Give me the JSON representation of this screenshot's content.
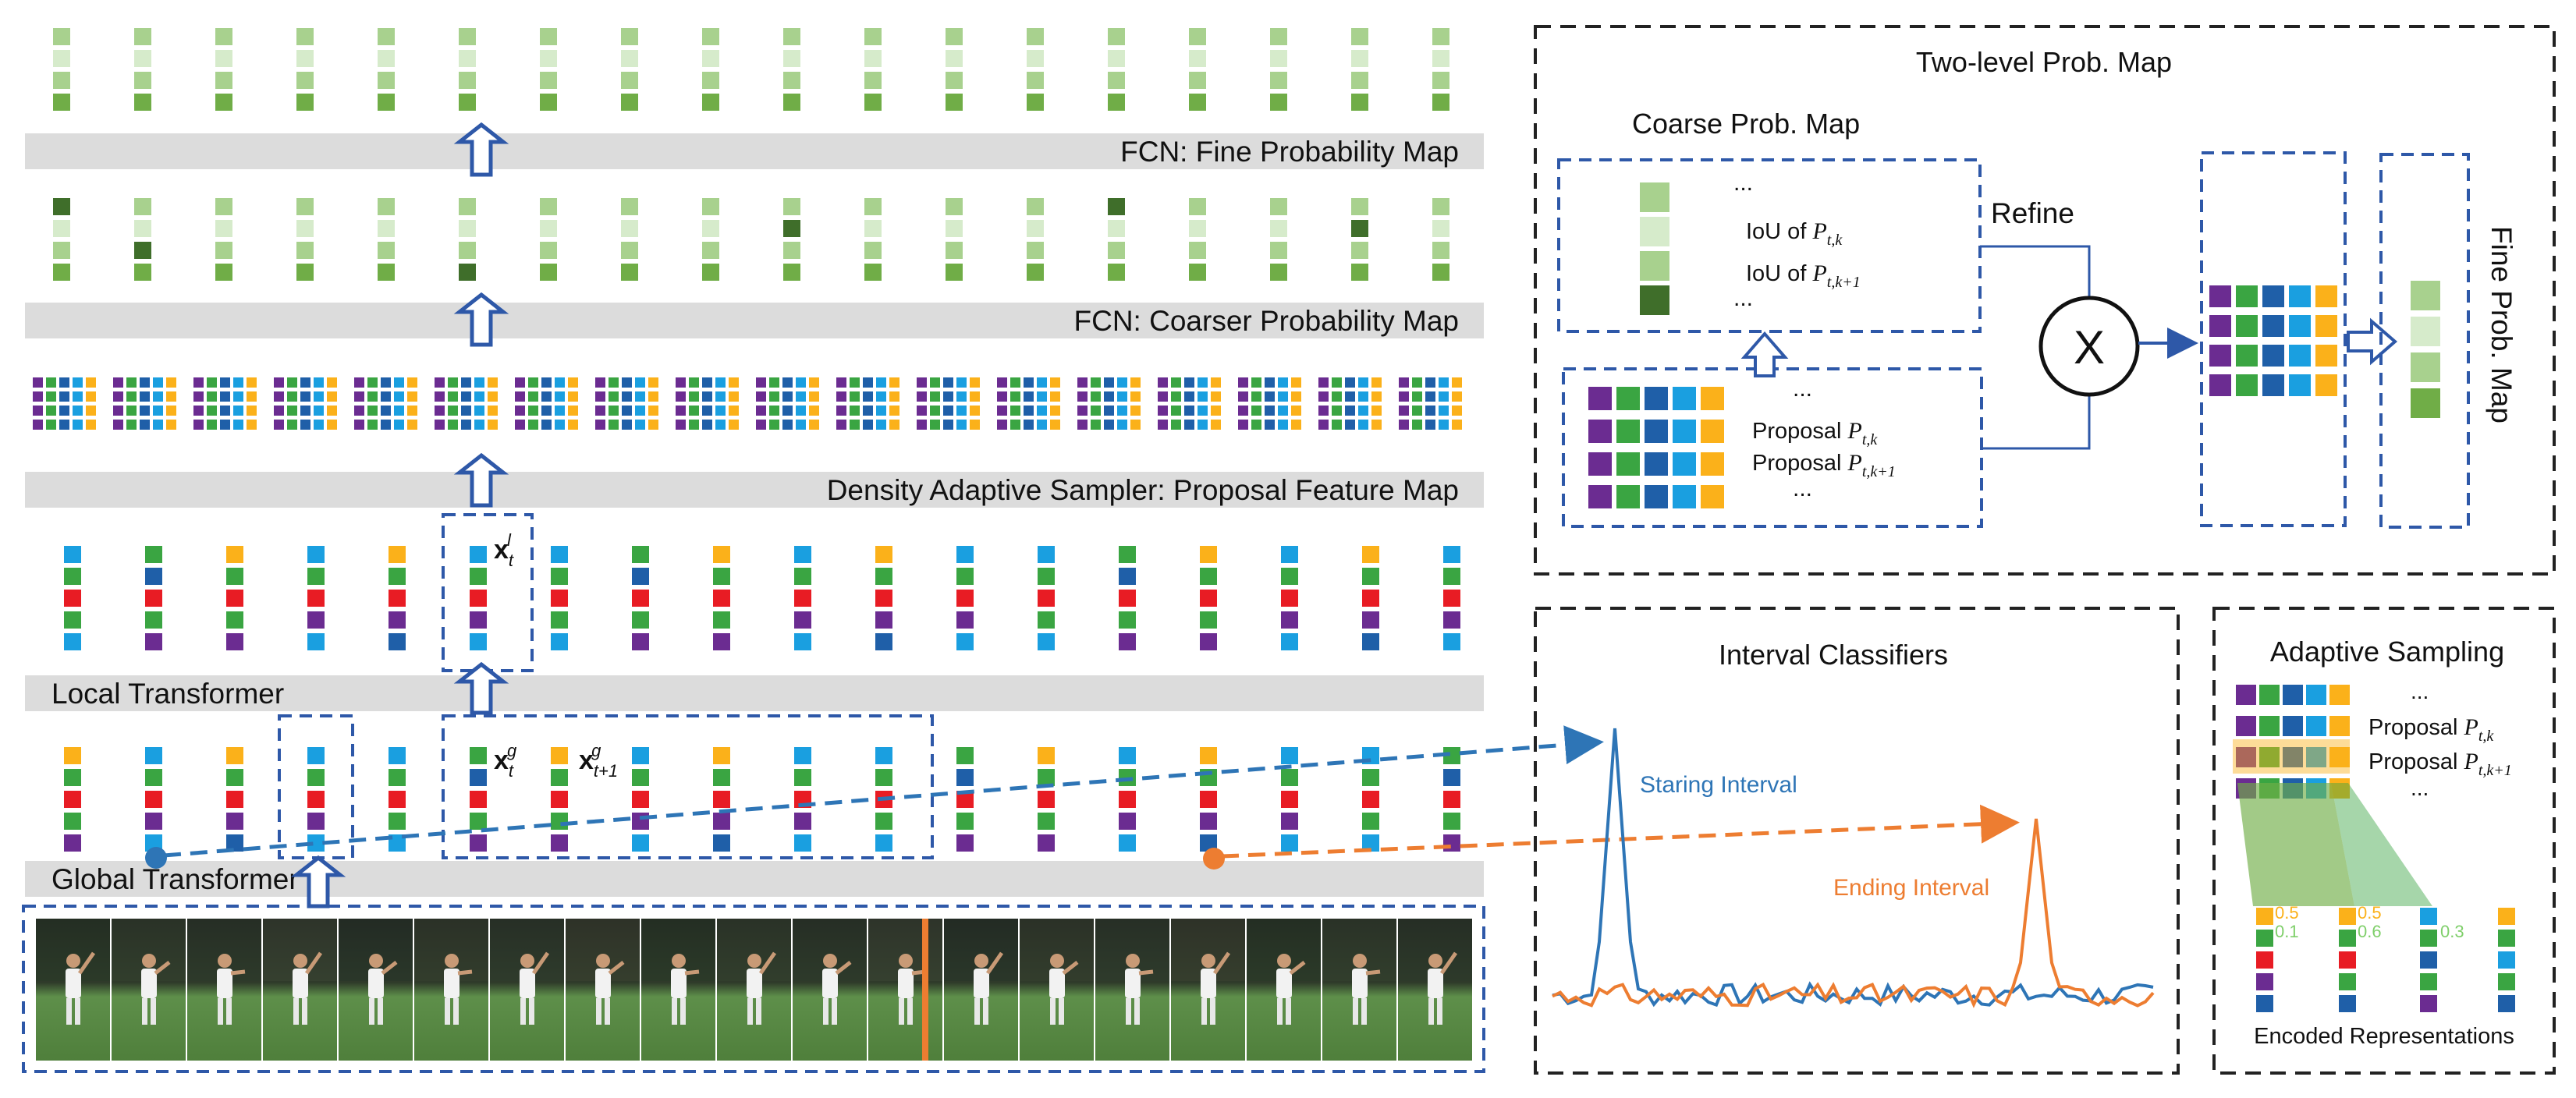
{
  "colors": {
    "blue": "#1a9fe0",
    "green": "#3aa542",
    "red": "#e81c24",
    "purple": "#6b2c91",
    "navy": "#1f5fa8",
    "yellow": "#fbb11a",
    "prob_light": "#d6ebcb",
    "prob_mid": "#a8d18e",
    "prob_base": "#70ad47",
    "prob_dark": "#3f6e2a",
    "dash_blue": "#2e58a8",
    "start_curve": "#2e75b6",
    "end_curve": "#ed7d31"
  },
  "left": {
    "bands": {
      "fine": "FCN: Fine Probability Map",
      "coarse": "FCN: Coarser Probability Map",
      "sampler": "Density Adaptive Sampler: Proposal Feature Map",
      "local": "Local Transformer",
      "global": "Global Transformer"
    },
    "symbols": {
      "x_local_base": "x",
      "x_local_sub": "t",
      "x_local_sup": "l",
      "x_g_base": "x",
      "x_g_sub": "t",
      "x_g_sup": "g",
      "x_g1_base": "x",
      "x_g1_sub": "t+1",
      "x_g1_sup": "g"
    }
  },
  "two_level": {
    "title": "Two-level Prob. Map",
    "coarse_title": "Coarse Prob.  Map",
    "iou_dots_top": "...",
    "iou_k": "IoU of ",
    "iou_k_sym": "P",
    "iou_k_sub": "t,k",
    "iou_k1": "IoU of ",
    "iou_k1_sym": "P",
    "iou_k1_sub": "t,k+1",
    "iou_dots_bottom": "...",
    "refine": "Refine",
    "multiply": "X",
    "prop_dots_top": "...",
    "proposal_k": "Proposal ",
    "proposal_k_sym": "P",
    "proposal_k_sub": "t,k",
    "proposal_k1": "Proposal ",
    "proposal_k1_sym": "P",
    "proposal_k1_sub": "t,k+1",
    "prop_dots_bottom": "...",
    "fine_title": "Fine Prob. Map"
  },
  "interval": {
    "title": "Interval Classifiers",
    "starting": "Staring Interval",
    "ending": "Ending Interval"
  },
  "adaptive": {
    "title": "Adaptive Sampling",
    "dots_top": "...",
    "proposal_k": "Proposal ",
    "proposal_k_sym": "P",
    "proposal_k_sub": "t,k",
    "proposal_k1": "Proposal ",
    "proposal_k1_sym": "P",
    "proposal_k1_sub": "t,k+1",
    "dots_bottom": "...",
    "w1a": "0.5",
    "w1b": "0.1",
    "w2a": "0.5",
    "w2b": "0.6",
    "w3": "0.3",
    "encoded": "Encoded Representations"
  }
}
